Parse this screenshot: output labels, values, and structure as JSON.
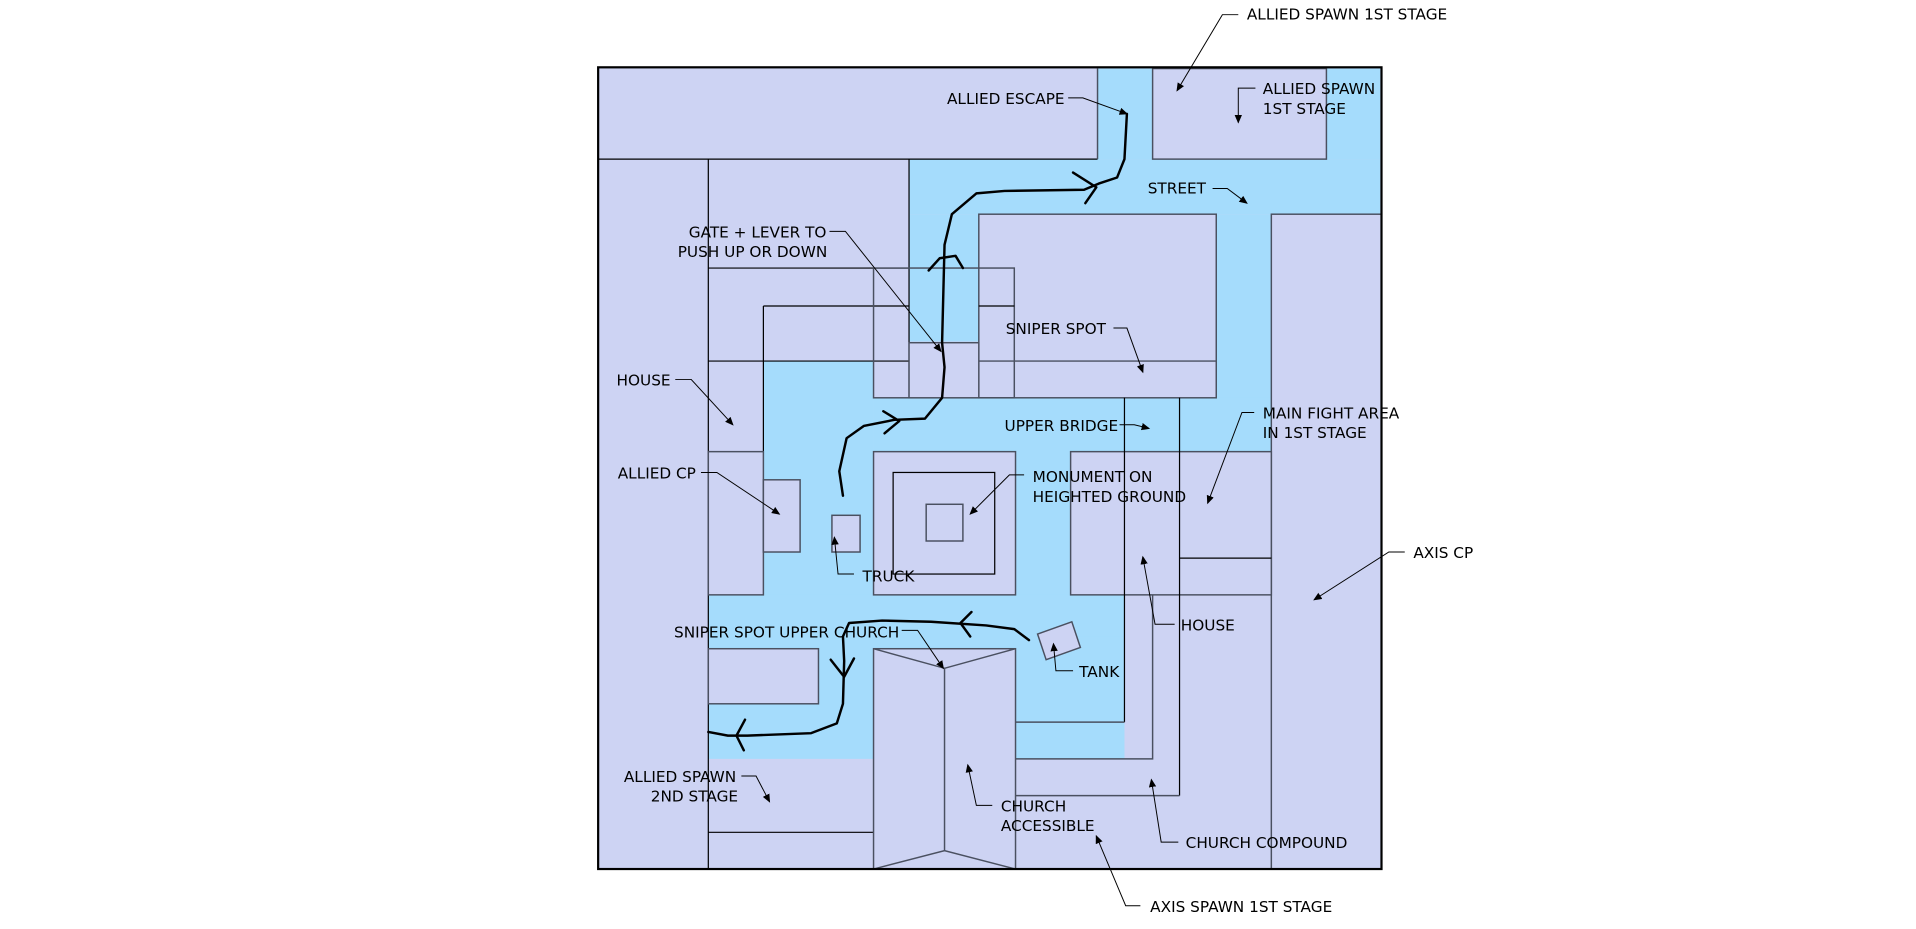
{
  "map": {
    "colors": {
      "building": "#cdd3f3",
      "road": "#a5dcfc",
      "outline": "#000000"
    },
    "labels": {
      "allied_spawn_1st_top": "ALLIED SPAWN 1ST STAGE",
      "allied_escape": "ALLIED ESCAPE",
      "allied_spawn_1st_a": "ALLIED SPAWN",
      "allied_spawn_1st_b": "1ST STAGE",
      "street": "STREET",
      "gate_a": "GATE + LEVER TO",
      "gate_b": "PUSH UP OR DOWN",
      "sniper_spot": "SNIPER SPOT",
      "house_left": "HOUSE",
      "upper_bridge": "UPPER BRIDGE",
      "main_fight_a": "MAIN FIGHT AREA",
      "main_fight_b": "IN 1ST STAGE",
      "allied_cp": "ALLIED CP",
      "monument_a": "MONUMENT ON",
      "monument_b": "HEIGHTED GROUND",
      "truck": "TRUCK",
      "axis_cp": "AXIS CP",
      "house_right": "HOUSE",
      "sniper_upper_church": "SNIPER SPOT UPPER CHURCH",
      "tank": "TANK",
      "allied_spawn_2nd_a": "ALLIED SPAWN",
      "allied_spawn_2nd_b": "2ND STAGE",
      "church_a": "CHURCH",
      "church_b": "ACCESSIBLE",
      "church_compound": "CHURCH COMPOUND",
      "axis_spawn": "AXIS SPAWN 1ST STAGE"
    }
  }
}
